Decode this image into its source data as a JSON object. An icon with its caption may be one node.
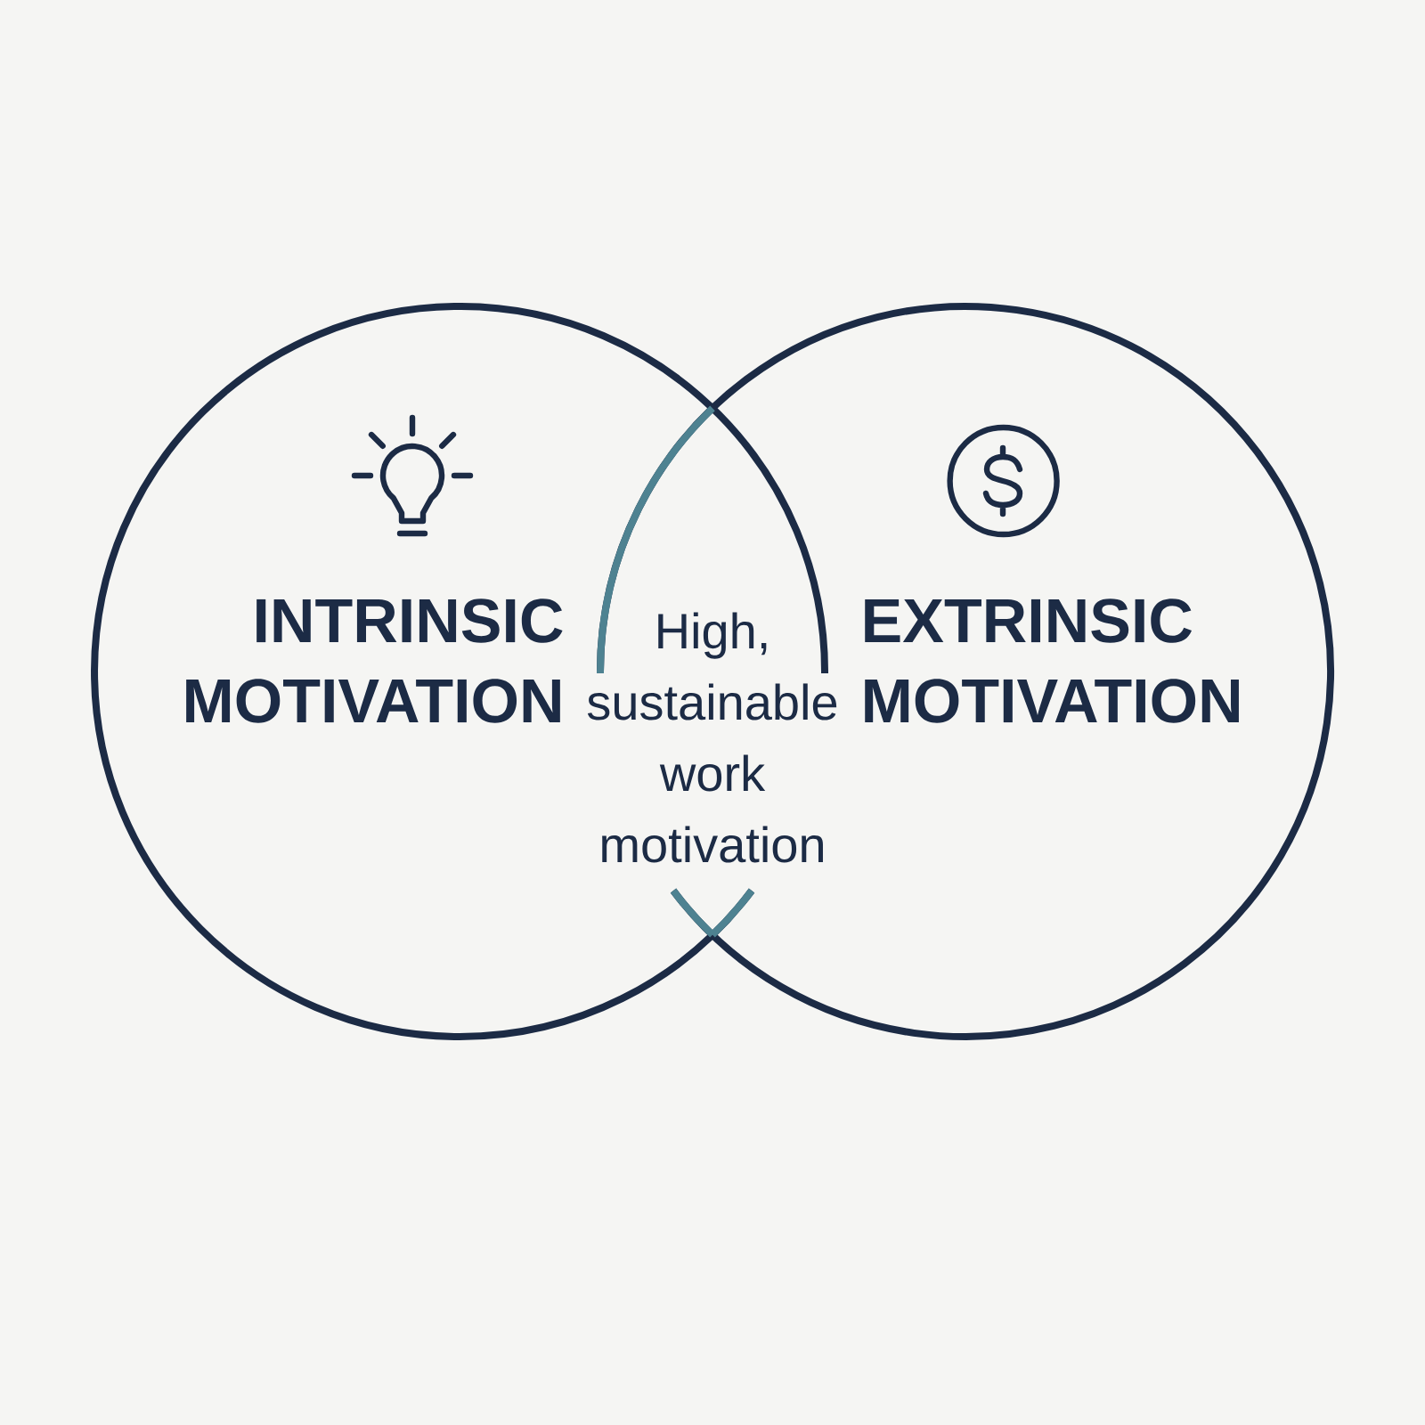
{
  "diagram": {
    "nodes": [
      {
        "text": [
          "INTRINSIC MOTIVATION"
        ]
      },
      {
        "text": [
          "EXTRINSIC MOTIVATION"
        ]
      },
      {
        "text": [
          "High, sustainable work motivation"
        ]
      }
    ]
  }
}
